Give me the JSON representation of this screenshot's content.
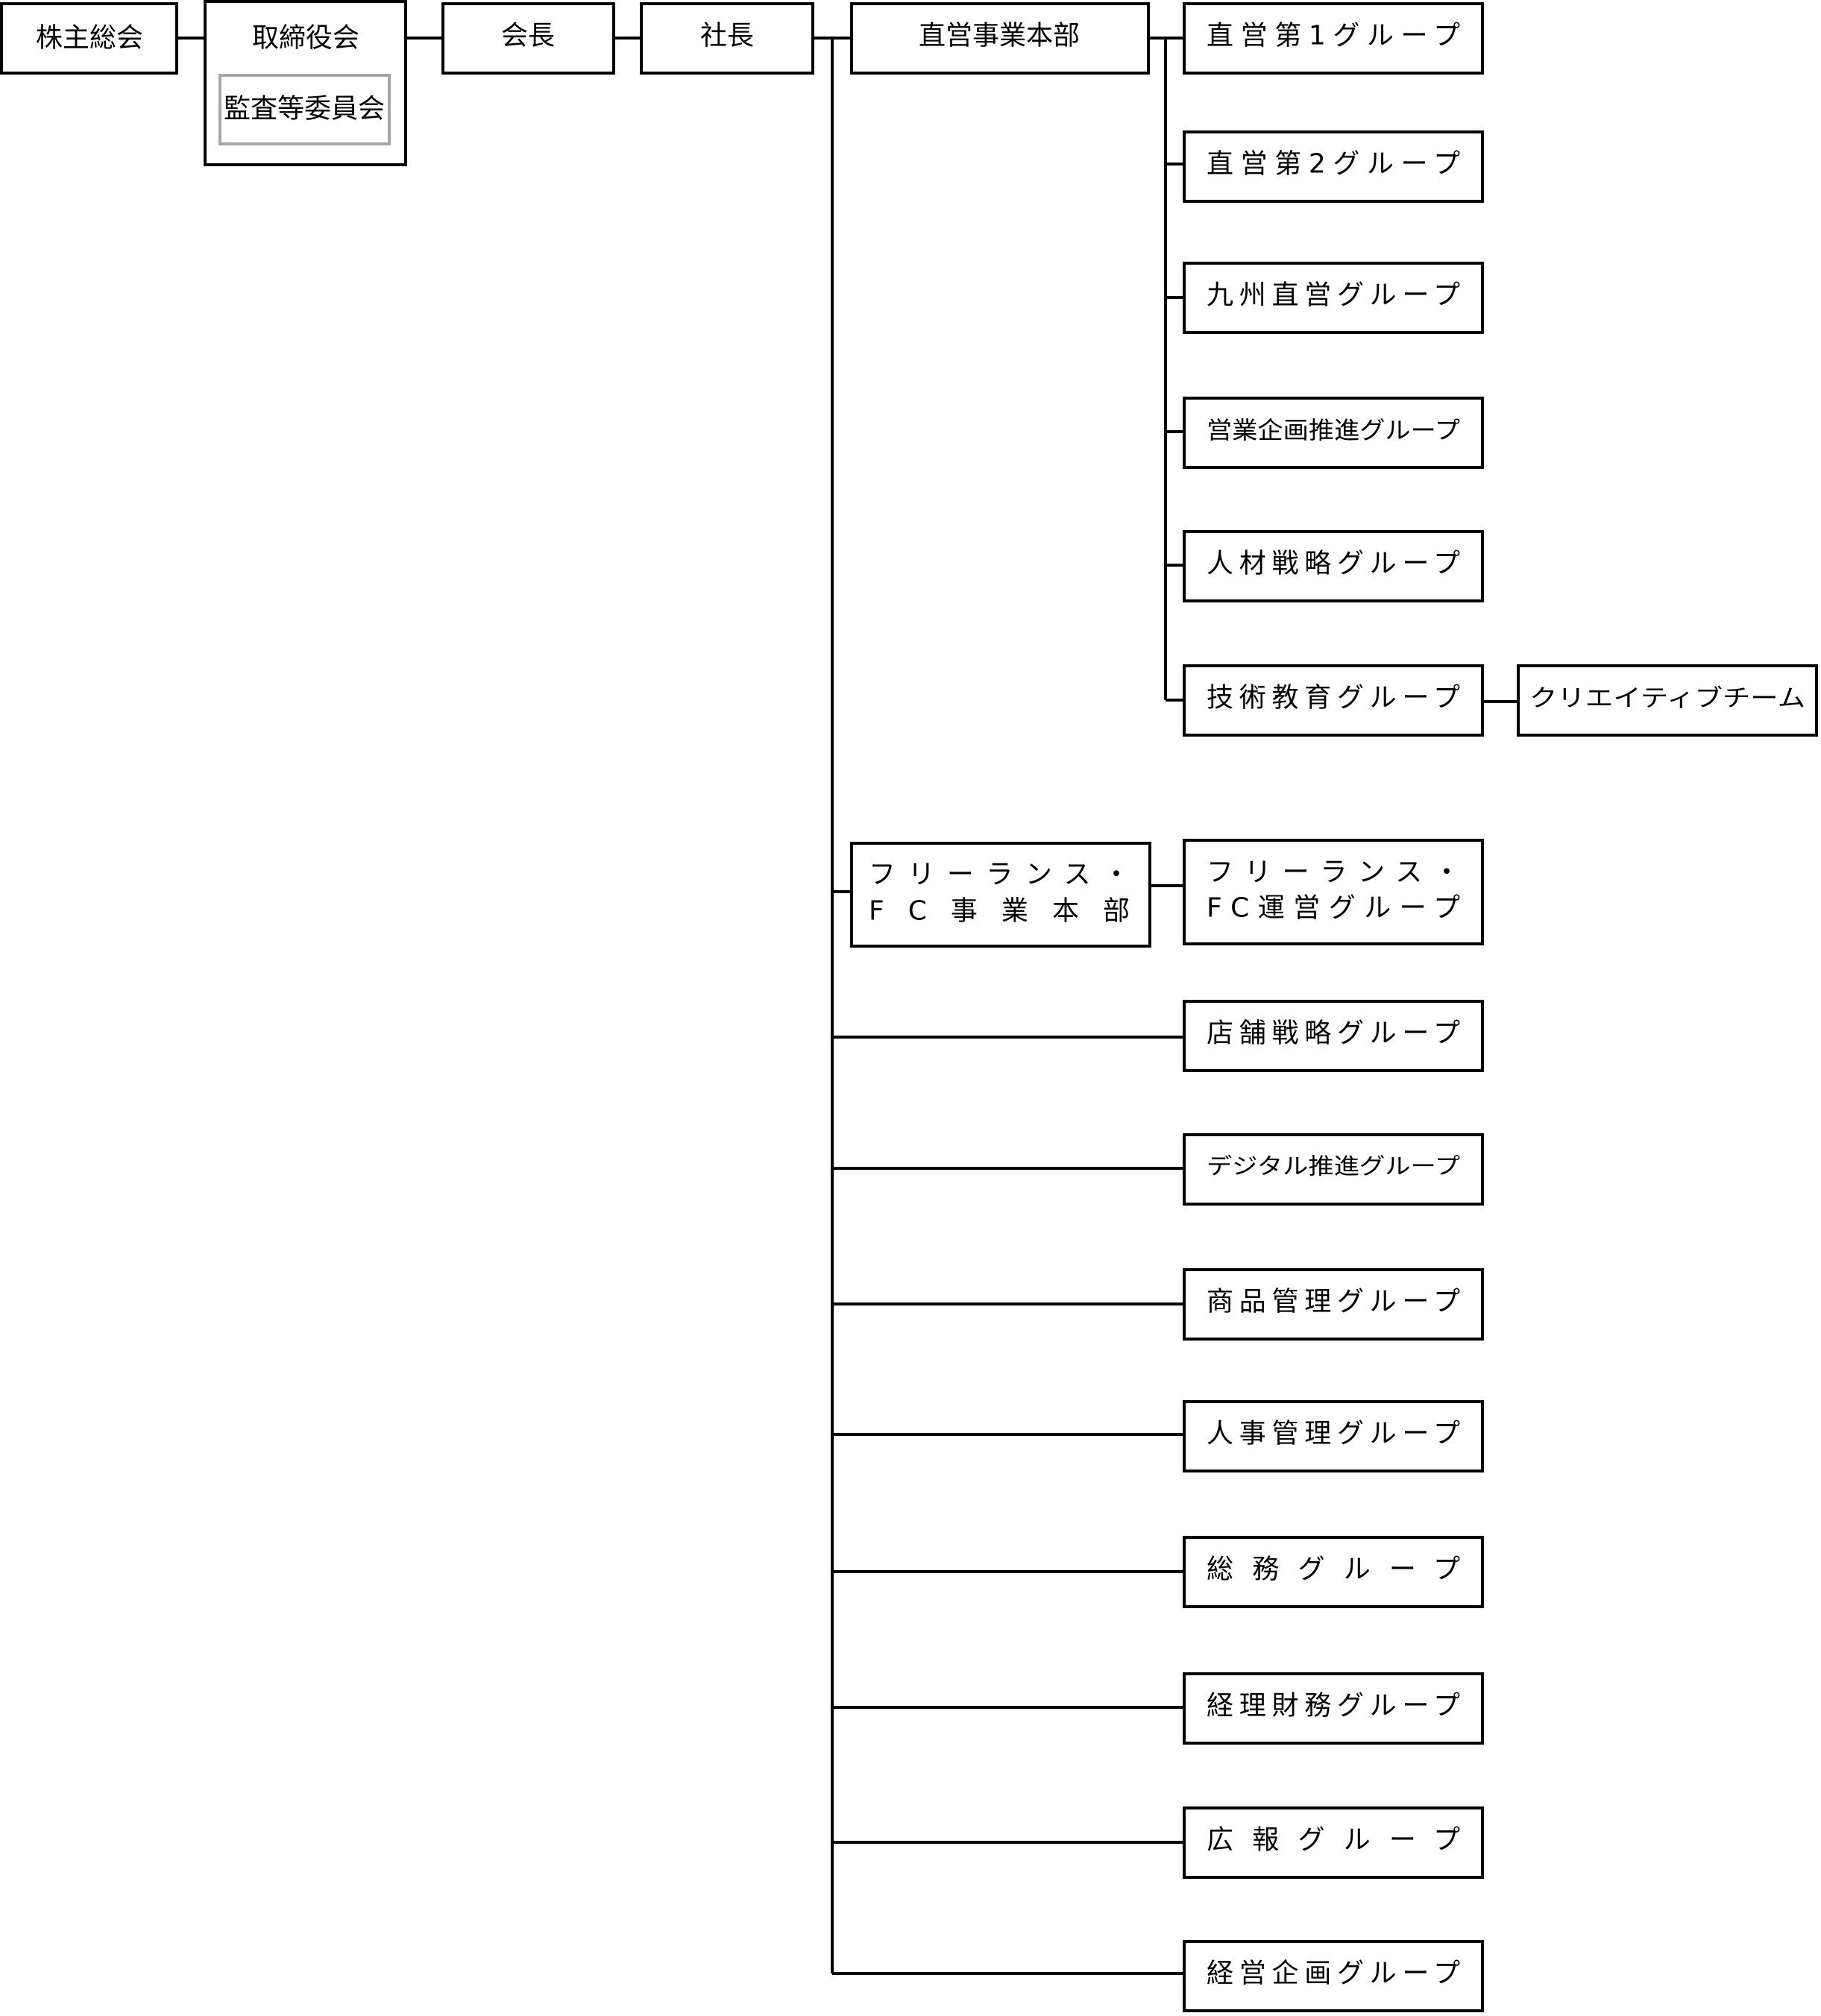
{
  "top": {
    "shareholders": "株主総会",
    "board": "取締役会",
    "audit_committee": "監査等委員会",
    "chairman": "会長",
    "president": "社長"
  },
  "direct_division": {
    "name": "直営事業本部",
    "groups": [
      "直営第1グループ",
      "直営第2グループ",
      "九州直営グループ",
      "営業企画推進グループ",
      "人材戦略グループ",
      "技術教育グループ"
    ],
    "team": "クリエイティブチーム"
  },
  "fc_division": {
    "name_line1": "フリーランス・",
    "name_line2": "FC事業本部",
    "group_line1": "フリーランス・",
    "group_line2": "FC運営グループ"
  },
  "staff_groups": [
    "店舗戦略グループ",
    "デジタル推進グループ",
    "商品管理グループ",
    "人事管理グループ",
    "総務グループ",
    "経理財務グループ",
    "広報グループ",
    "経営企画グループ"
  ],
  "colors": {
    "line": "#000000",
    "box_border": "#000000",
    "sub_box_border": "#a6a6a6",
    "background": "#ffffff"
  }
}
